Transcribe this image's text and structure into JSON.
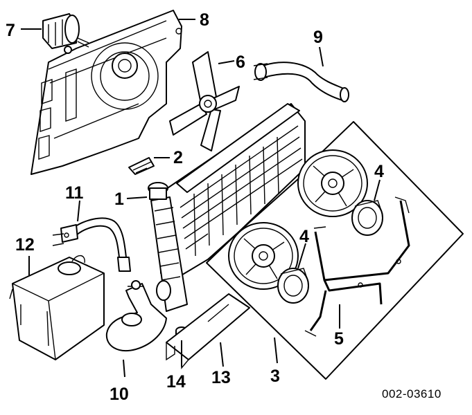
{
  "diagram": {
    "catalog_number": "002-03610",
    "callouts": {
      "c1": "1",
      "c2": "2",
      "c3": "3",
      "c4a": "4",
      "c4b": "4",
      "c5": "5",
      "c6": "6",
      "c7": "7",
      "c8": "8",
      "c9": "9",
      "c10": "10",
      "c11": "11",
      "c12": "12",
      "c13": "13",
      "c14": "14"
    }
  }
}
